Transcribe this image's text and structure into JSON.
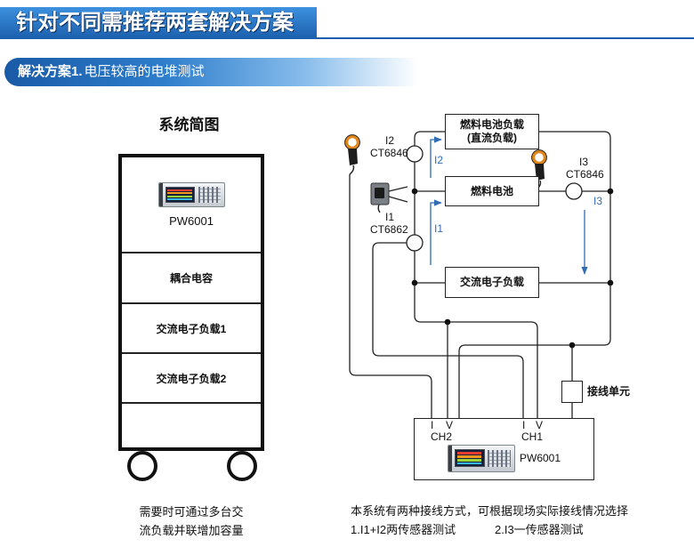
{
  "header": {
    "title": "针对不同需推荐两套解决方案"
  },
  "solution": {
    "number": "解决方案1.",
    "title": "电压较高的电堆测试"
  },
  "system_sketch": {
    "title": "系统简图",
    "device_label": "PW6001",
    "slots": [
      "耦合电容",
      "交流电子负载1",
      "交流电子负载2"
    ],
    "note": [
      "需要时可通过多台交",
      "流负载并联增加容量"
    ]
  },
  "wiring": {
    "fuel_cell_load": [
      "燃料电池负载",
      "(直流负载)"
    ],
    "fuel_cell": "燃料电池",
    "ac_load": "交流电子负载",
    "connection_unit": "接线单元",
    "sensors": [
      {
        "label": "I2",
        "model": "CT6846"
      },
      {
        "label": "I1",
        "model": "CT6862"
      },
      {
        "label": "I3",
        "model": "CT6846"
      }
    ],
    "current_arrows": [
      "I2",
      "I1",
      "I3"
    ],
    "meter": {
      "name": "PW6001",
      "channels": [
        {
          "name": "CH2",
          "current_terminal": "I",
          "voltage_terminal": "V"
        },
        {
          "name": "CH1",
          "current_terminal": "I",
          "voltage_terminal": "V"
        }
      ]
    }
  },
  "footer": {
    "description": "本系统有两种接线方式，可根据现场实际接线情况选择",
    "options": [
      "1.I1+I2两传感器测试",
      "2.I3一传感器测试"
    ]
  },
  "icons": {
    "clamp": "clamp-sensor-icon",
    "ct6862": "ct6862-sensor-icon",
    "device": "power-analyzer-device-icon",
    "wheel": "caster-wheel-icon"
  },
  "colors": {
    "accent": "#1b5fae",
    "current_arrow": "#2f6db5",
    "sensor_jaw": "#e0861a"
  }
}
